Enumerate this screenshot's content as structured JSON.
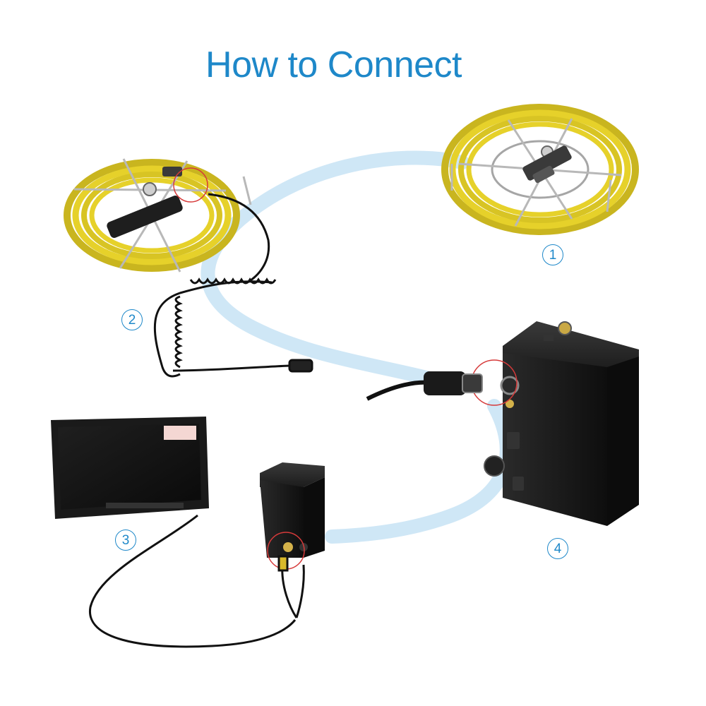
{
  "title": "How to Connect",
  "steps": [
    {
      "label": "1"
    },
    {
      "label": "2"
    },
    {
      "label": "3"
    },
    {
      "label": "4"
    }
  ],
  "colors": {
    "accent": "#1e88c9",
    "cable_yellow": "#e6d12a",
    "flow_band": "#cfe7f6",
    "highlight_circle": "#d63a3a",
    "device_black": "#141414"
  }
}
